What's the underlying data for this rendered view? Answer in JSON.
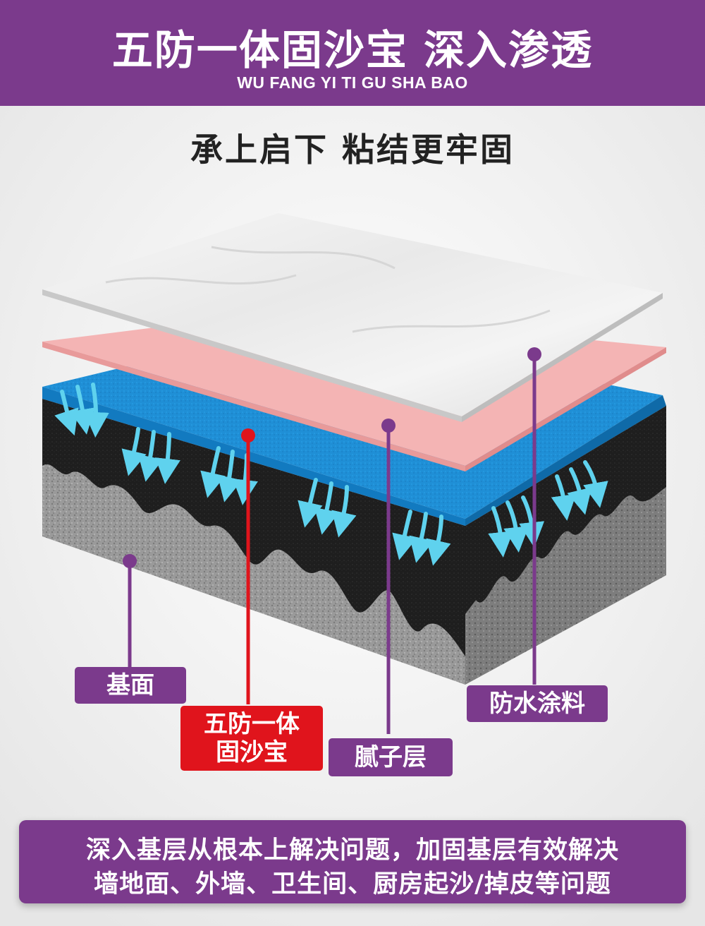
{
  "header": {
    "title": "五防一体固沙宝 深入渗透",
    "subtitle": "WU FANG  YI TI GU SHA BAO"
  },
  "tagline": "承上启下  粘结更牢固",
  "labels": {
    "base": "基面",
    "product_line1": "五防一体",
    "product_line2": "固沙宝",
    "putty": "腻子层",
    "waterproof": "防水涂料"
  },
  "footer": {
    "line1": "深入基层从根本上解决问题，加固基层有效解决",
    "line2": "墙地面、外墙、卫生间、厨房起沙/掉皮等问题"
  },
  "colors": {
    "brand_purple": "#7b3a8c",
    "highlight_red": "#e0141c",
    "arrow_cyan": "#5fd2ee"
  }
}
